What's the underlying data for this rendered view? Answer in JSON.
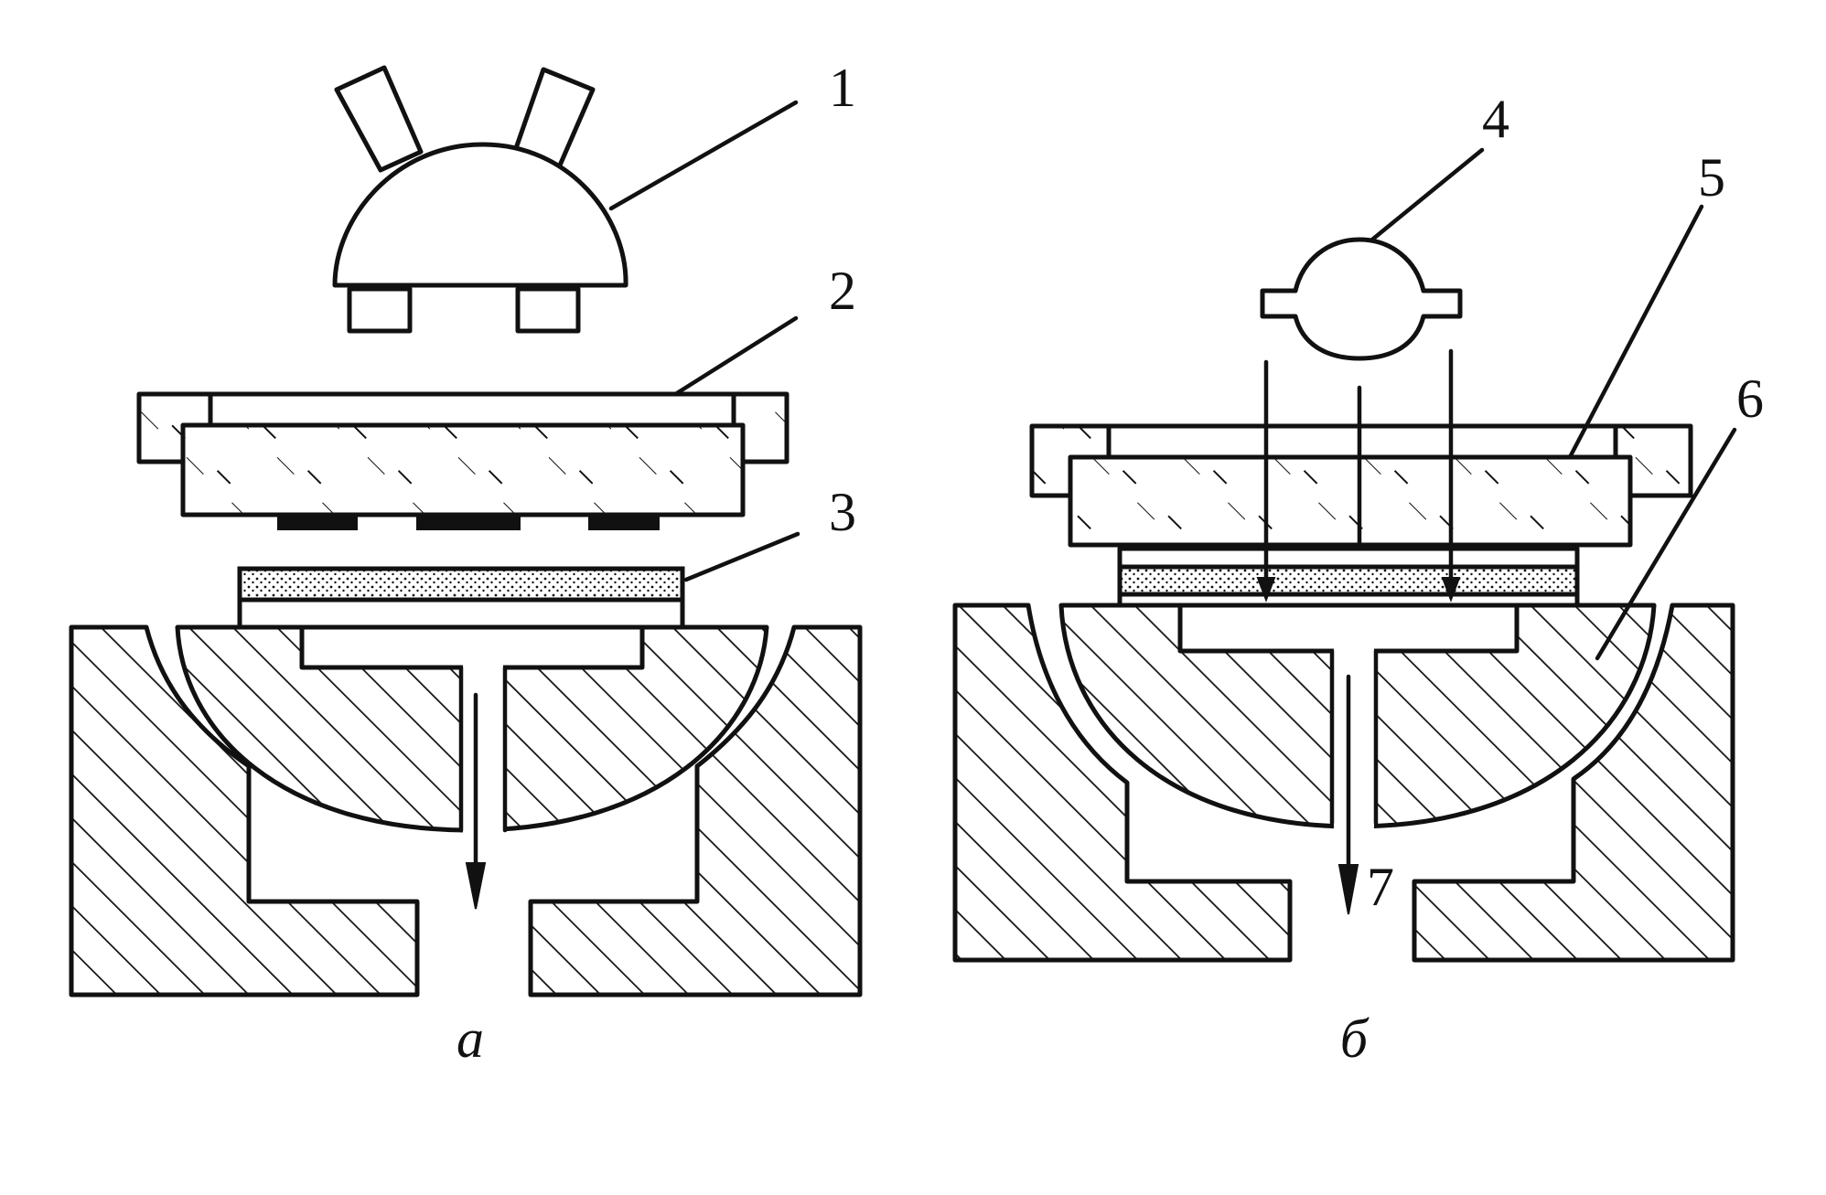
{
  "callouts": {
    "c1": "1",
    "c2": "2",
    "c3": "3",
    "c4": "4",
    "c5": "5",
    "c6": "6",
    "c7": "7"
  },
  "captions": {
    "left": "а",
    "right": "б"
  },
  "colors": {
    "ink": "#111111",
    "paper": "#ffffff"
  }
}
